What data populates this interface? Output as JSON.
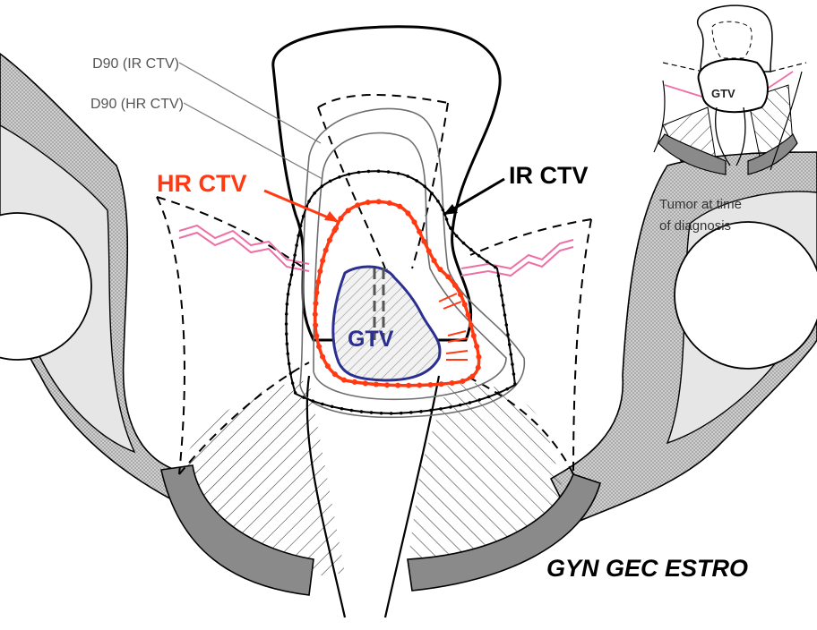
{
  "labels": {
    "d90_ir_ctv": "D90 (IR CTV)",
    "d90_hr_ctv": "D90 (HR CTV)",
    "hr_ctv": "HR CTV",
    "ir_ctv": "IR CTV",
    "gtv": "GTV",
    "inset_gtv": "GTV",
    "inset_caption_line1": "Tumor at time",
    "inset_caption_line2": "of diagnosis",
    "credit": "GYN GEC ESTRO"
  },
  "colors": {
    "hr_ctv": "#ff3a12",
    "ir_ctv": "#000000",
    "gtv": "#2b2f8f",
    "parametrium_band": "#ee6fa6",
    "bone_fill": "#c8c8c8",
    "muscle_band": "#8a8a8a"
  }
}
